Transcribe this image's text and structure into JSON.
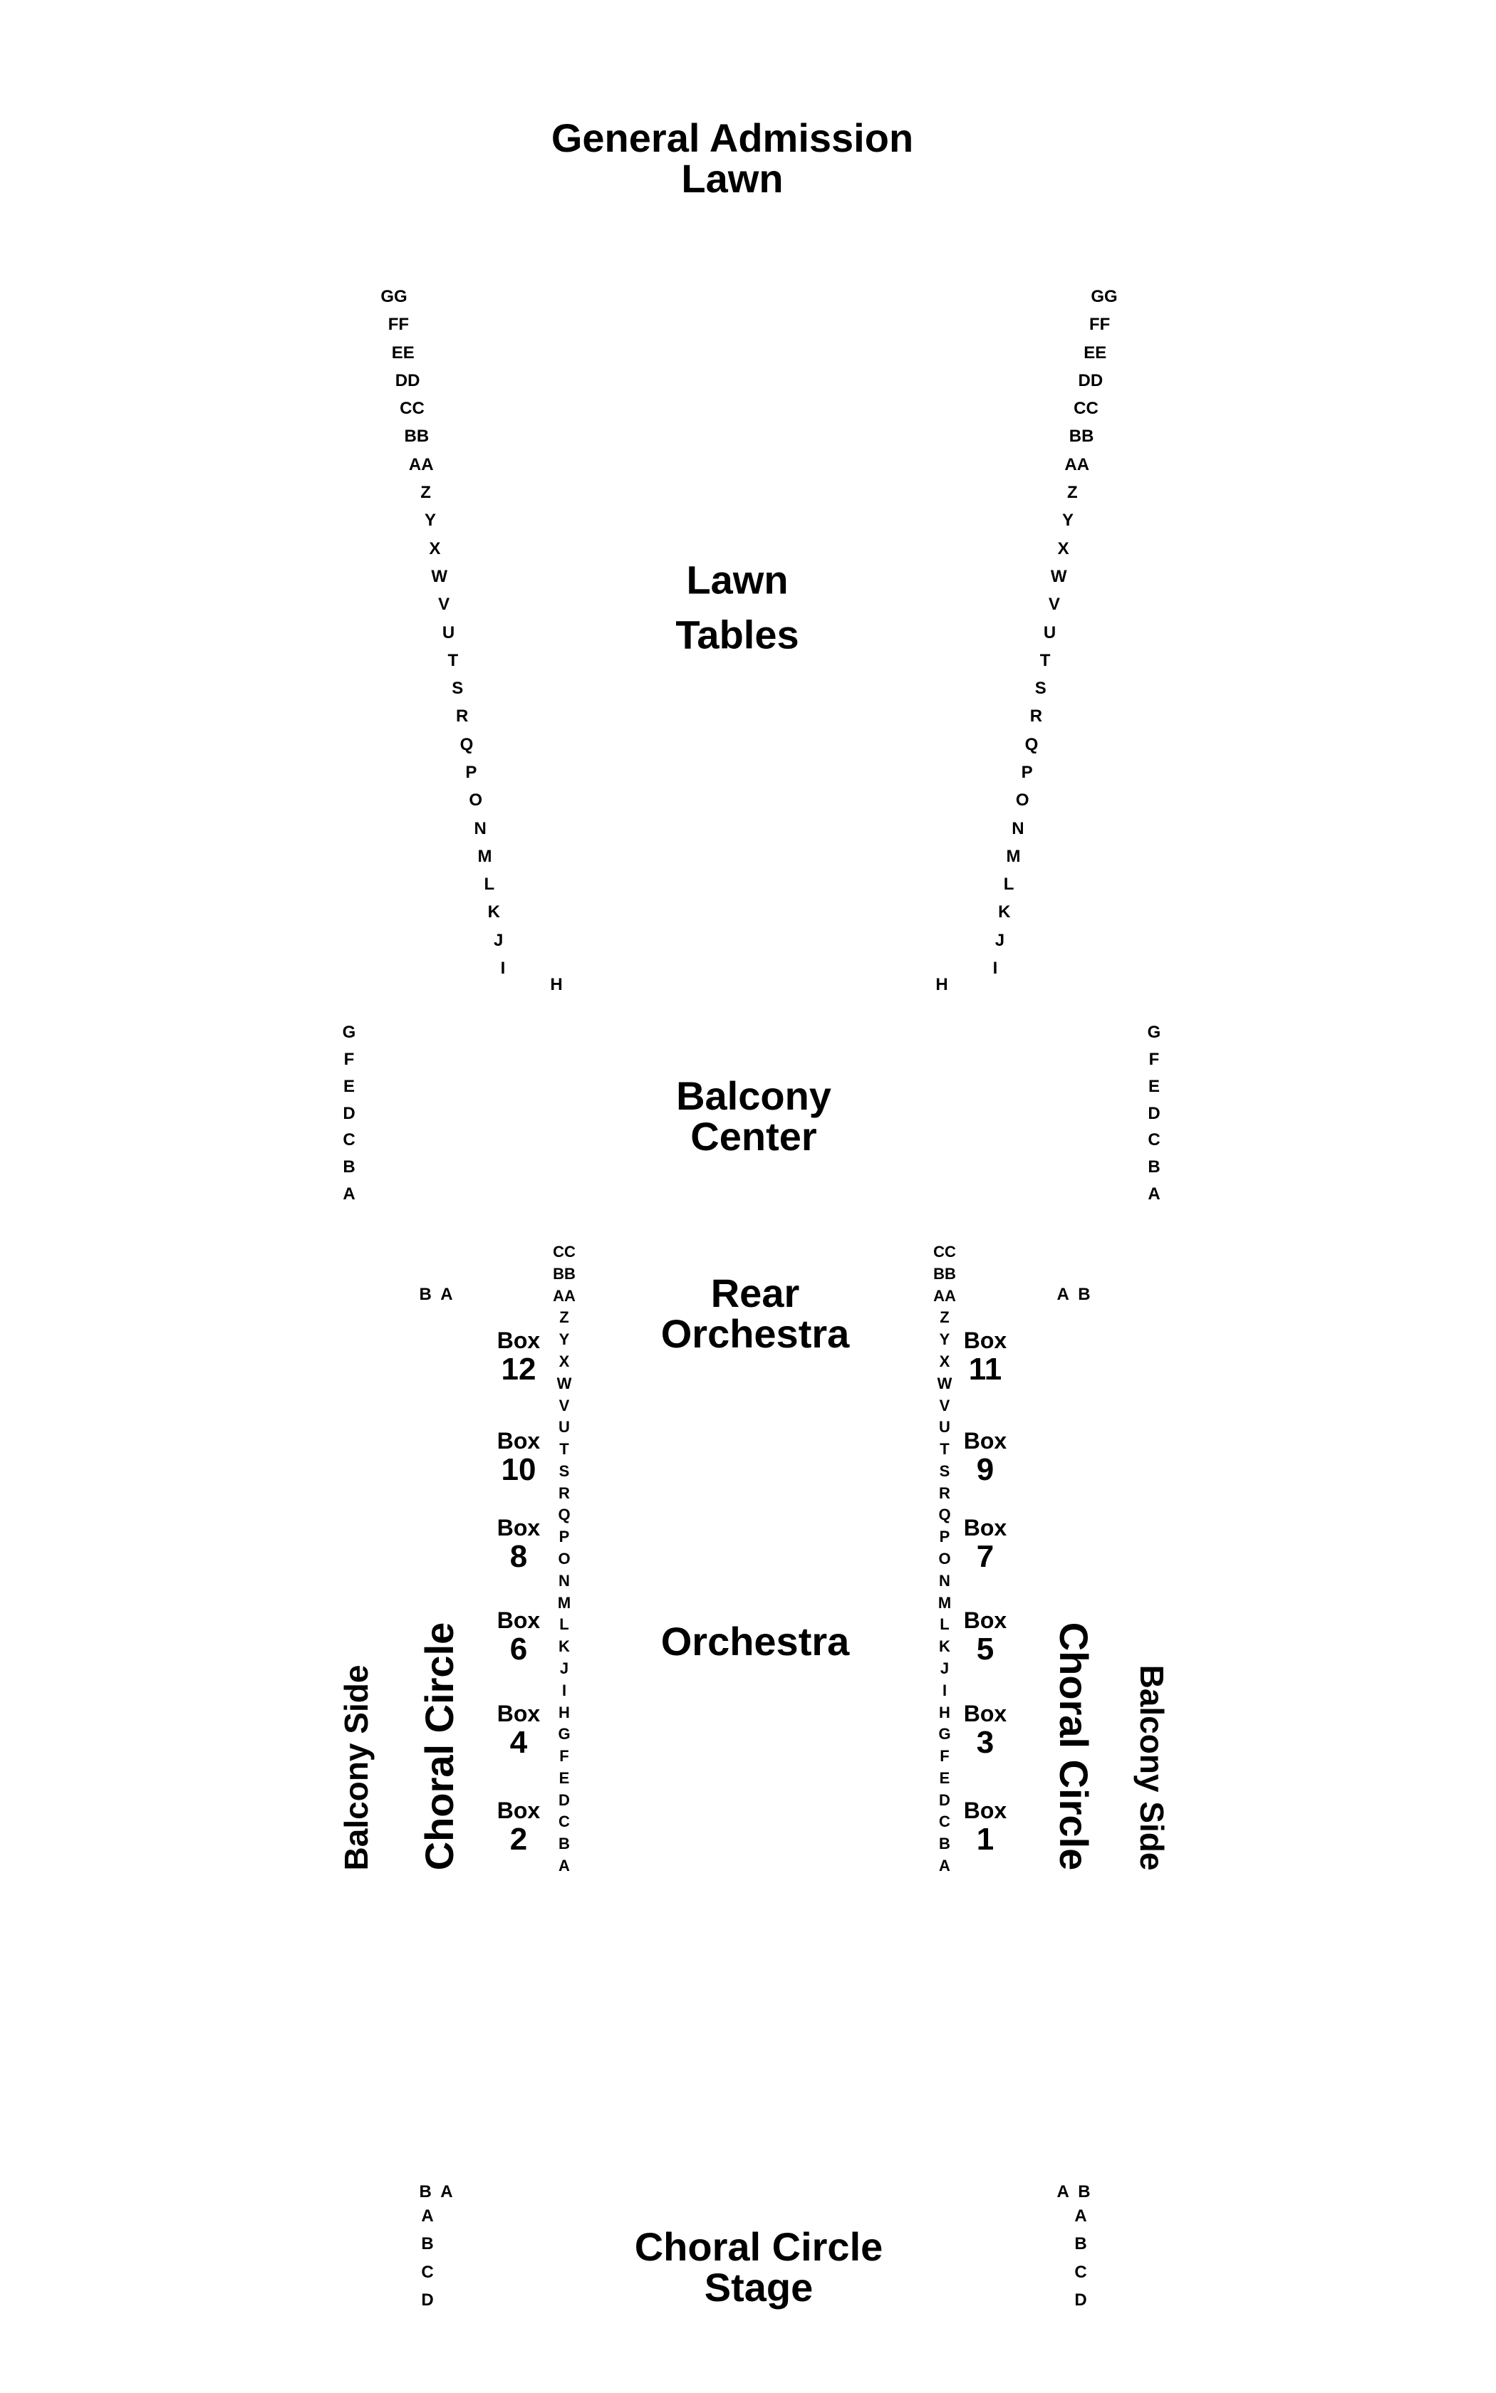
{
  "sections": {
    "general_admission": [
      "General Admission",
      "Lawn"
    ],
    "lawn_tables": [
      "Lawn",
      "Tables"
    ],
    "balcony_center": [
      "Balcony",
      "Center"
    ],
    "rear_orchestra": [
      "Rear",
      "Orchestra"
    ],
    "orchestra": "Orchestra",
    "stage": [
      "Choral Circle",
      "Stage"
    ],
    "balcony_side": "Balcony Side",
    "choral_circle": "Choral Circle"
  },
  "lawn_rows": [
    "GG",
    "FF",
    "EE",
    "DD",
    "CC",
    "BB",
    "AA",
    "Z",
    "Y",
    "X",
    "W",
    "V",
    "U",
    "T",
    "S",
    "R",
    "Q",
    "P",
    "O",
    "N",
    "M",
    "L",
    "K",
    "J",
    "I"
  ],
  "lawn_extra_row": "H",
  "balcony_center_rows": [
    "G",
    "F",
    "E",
    "D",
    "C",
    "B",
    "A"
  ],
  "orchestra_rows": [
    "CC",
    "BB",
    "AA",
    "Z",
    "Y",
    "X",
    "W",
    "V",
    "U",
    "T",
    "S",
    "R",
    "Q",
    "P",
    "O",
    "N",
    "M",
    "L",
    "K",
    "J",
    "I",
    "H",
    "G",
    "F",
    "E",
    "D",
    "C",
    "B",
    "A"
  ],
  "choral_top_rows": {
    "left": "B  A",
    "right": "A  B"
  },
  "stage_rows": [
    "A",
    "B",
    "C",
    "D"
  ],
  "box_word": "Box",
  "boxes_left": [
    "12",
    "10",
    "8",
    "6",
    "4",
    "2"
  ],
  "boxes_right": [
    "11",
    "9",
    "7",
    "5",
    "3",
    "1"
  ]
}
